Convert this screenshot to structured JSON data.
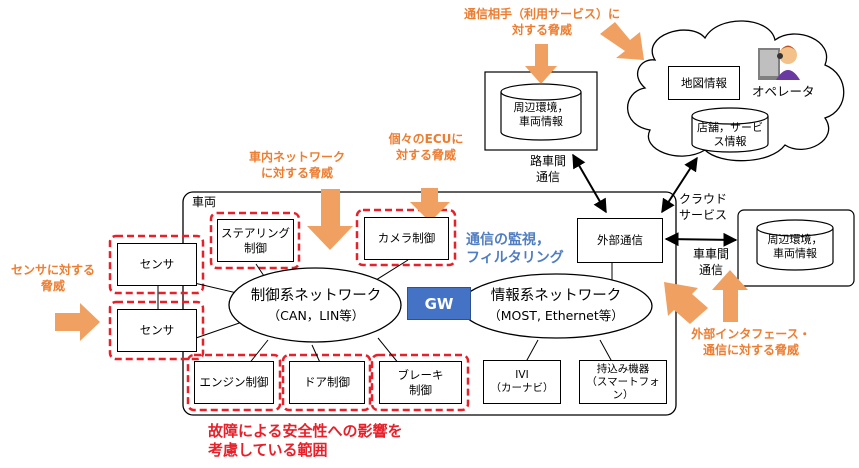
{
  "threats": {
    "service": [
      "通信相手（利用サービス）に",
      "対する脅威"
    ],
    "network": [
      "車内ネットワーク",
      "に対する脅威"
    ],
    "ecu": [
      "個々のECUに",
      "対する脅威"
    ],
    "sensor": [
      "センサに対する",
      "脅威"
    ],
    "external": [
      "外部インタフェース・",
      "通信に対する脅威"
    ]
  },
  "cloud": {
    "map": "地図情報",
    "shop": [
      "店舗，サービ",
      "ス情報"
    ],
    "operator": "オペレータ",
    "service_label": [
      "クラウド",
      "サービス"
    ]
  },
  "roadside": {
    "db": [
      "周辺環境，",
      "車両情報"
    ],
    "link": [
      "路車間",
      "通信"
    ]
  },
  "other_vehicle": {
    "db": [
      "周辺環境，",
      "車両情報"
    ],
    "link": [
      "車車間",
      "通信"
    ]
  },
  "vehicle": {
    "label": "車両",
    "sensor1": "センサ",
    "sensor2": "センサ",
    "steering": [
      "ステアリング",
      "制御"
    ],
    "camera": "カメラ制御",
    "engine": "エンジン制御",
    "door": "ドア制御",
    "brake": [
      "ブレーキ",
      "制御"
    ],
    "external_comm": "外部通信",
    "ivi": [
      "IVI",
      "（カーナビ）"
    ],
    "device": [
      "持込み機器",
      "（スマートフォン）"
    ],
    "control_network": [
      "制御系ネットワーク",
      "（CAN，LIN等）"
    ],
    "info_network": [
      "情報系ネットワーク",
      "（MOST, Ethernet等）"
    ],
    "gw": "GW",
    "monitoring": [
      "通信の監視，",
      "フィルタリング"
    ]
  },
  "safety_note": [
    "故障による安全性への影響を",
    "考慮している範囲"
  ],
  "colors": {
    "threat": "#ed7d31",
    "safety": "#e8202a",
    "gw": "#4472c4",
    "monitor": "#4f7dc2"
  }
}
